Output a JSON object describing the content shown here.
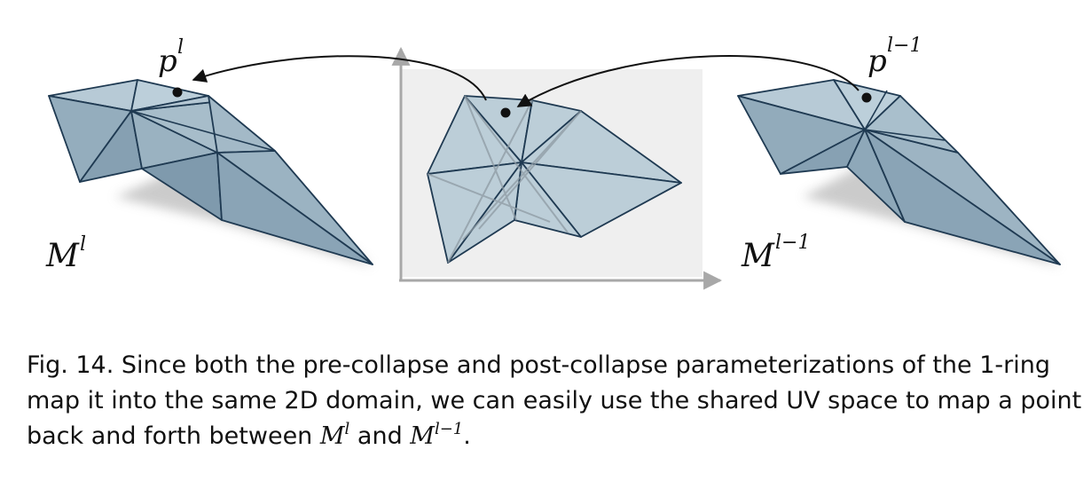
{
  "figure": {
    "left_point_label": "p",
    "left_point_sup": "l",
    "right_point_label": "p",
    "right_point_sup": "l−1",
    "left_mesh_label": "M",
    "left_mesh_sup": "l",
    "right_mesh_label": "M",
    "right_mesh_sup": "l−1"
  },
  "caption": {
    "prefix": "Fig. 14.",
    "text": "Since both the pre-collapse and post-collapse parameterizations of the 1-ring map it into the same 2D domain, we can easily use the shared UV space to map a point back and forth between",
    "m1": "M",
    "m1_sup": "l",
    "and": "and",
    "m2": "M",
    "m2_sup": "l−1",
    "end": "."
  },
  "colors": {
    "mesh_fill": "#a9bfcc",
    "mesh_edge": "#1f3a52",
    "shadow": "#c9c9c9",
    "uv_background": "#efefef",
    "axis": "#a8a8a8"
  }
}
